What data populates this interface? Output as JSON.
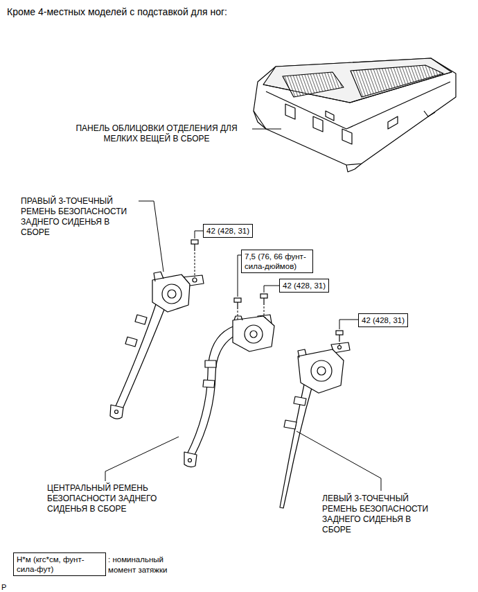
{
  "diagram": {
    "title": "Кроме 4-местных моделей с подставкой для ног:",
    "nodes": [
      {
        "text": [
          "42 (428, 31)"
        ]
      },
      {
        "text": [
          "7,5 (76, 66 фунт-сила-дюймов)"
        ]
      },
      {
        "text": [
          "42 (428, 31)"
        ]
      },
      {
        "text": [
          "42 (428, 31)"
        ]
      },
      {
        "text": [
          "Н*м (кгс*см, фунт-сила-фут)",
          ": номинальный момент затяжки"
        ]
      }
    ],
    "labels": [
      "ПАНЕЛЬ ОБЛИЦОВКИ ОТДЕЛЕНИЯ ДЛЯ МЕЛКИХ ВЕЩЕЙ В СБОРЕ",
      "ПРАВЫЙ 3-ТОЧЕЧНЫЙ РЕМЕНЬ БЕЗОПАСНОСТИ ЗАДНЕГО СИДЕНЬЯ В СБОРЕ",
      "ЦЕНТРАЛЬНЫЙ РЕМЕНЬ БЕЗОПАСНОСТИ ЗАДНЕГО СИДЕНЬЯ В СБОРЕ",
      "ЛЕВЫЙ 3-ТОЧЕЧНЫЙ РЕМЕНЬ БЕЗОПАСНОСТИ ЗАДНЕГО СИДЕНЬЯ В СБОРЕ",
      "P"
    ]
  }
}
